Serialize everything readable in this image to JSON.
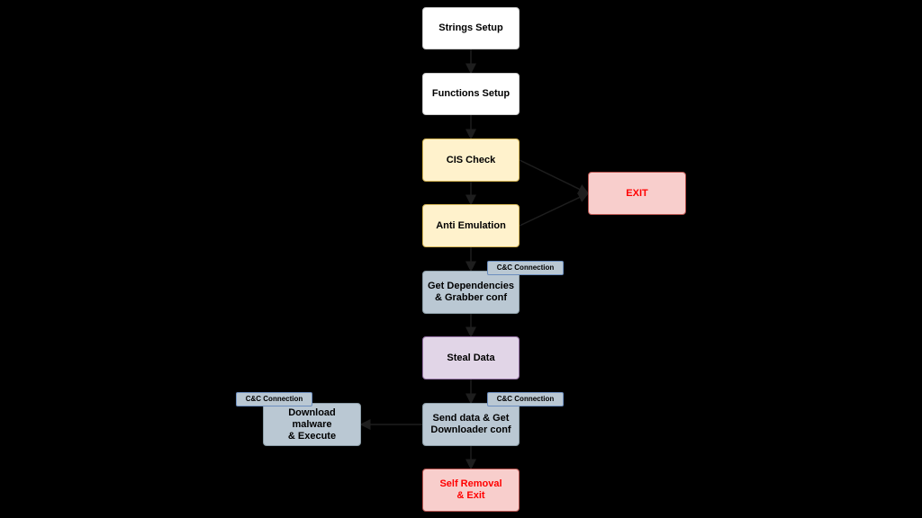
{
  "nodes": [
    {
      "id": "strings-setup",
      "label": "Strings Setup",
      "fill": "#ffffff",
      "border": "#cccccc",
      "text_color": "#000000"
    },
    {
      "id": "functions-setup",
      "label": "Functions Setup",
      "fill": "#ffffff",
      "border": "#cccccc",
      "text_color": "#000000"
    },
    {
      "id": "cis-check",
      "label": "CIS Check",
      "fill": "#fff2cc",
      "border": "#d6b656",
      "text_color": "#000000"
    },
    {
      "id": "anti-emulation",
      "label": "Anti Emulation",
      "fill": "#fff2cc",
      "border": "#d6b656",
      "text_color": "#000000"
    },
    {
      "id": "get-dependencies",
      "label": "Get Dependencies\n& Grabber conf",
      "fill": "#bac8d3",
      "border": "#8c9ea8",
      "text_color": "#000000"
    },
    {
      "id": "steal-data",
      "label": "Steal Data",
      "fill": "#e1d5e7",
      "border": "#9673a6",
      "text_color": "#000000"
    },
    {
      "id": "send-data",
      "label": "Send data & Get\nDownloader conf",
      "fill": "#bac8d3",
      "border": "#8c9ea8",
      "text_color": "#000000"
    },
    {
      "id": "self-removal",
      "label": "Self Removal\n& Exit",
      "fill": "#f8cecc",
      "border": "#b85450",
      "text_color": "#ff0000"
    },
    {
      "id": "download-malware",
      "label": "Download malware\n& Execute",
      "fill": "#bac8d3",
      "border": "#8c9ea8",
      "text_color": "#000000"
    },
    {
      "id": "exit",
      "label": "EXIT",
      "fill": "#f8cecc",
      "border": "#b85450",
      "text_color": "#ff0000"
    }
  ],
  "tags": [
    {
      "id": "cnc-tag-dependencies",
      "label": "C&C Connection",
      "fill": "#bac8d3"
    },
    {
      "id": "cnc-tag-send-data",
      "label": "C&C Connection",
      "fill": "#bac8d3"
    },
    {
      "id": "cnc-tag-download",
      "label": "C&C Connection",
      "fill": "#bac8d3"
    }
  ],
  "edges": [
    {
      "from": "strings-setup",
      "to": "functions-setup"
    },
    {
      "from": "functions-setup",
      "to": "cis-check"
    },
    {
      "from": "cis-check",
      "to": "anti-emulation"
    },
    {
      "from": "cis-check",
      "to": "exit"
    },
    {
      "from": "anti-emulation",
      "to": "get-dependencies"
    },
    {
      "from": "anti-emulation",
      "to": "exit"
    },
    {
      "from": "get-dependencies",
      "to": "steal-data"
    },
    {
      "from": "steal-data",
      "to": "send-data"
    },
    {
      "from": "send-data",
      "to": "self-removal"
    },
    {
      "from": "send-data",
      "to": "download-malware"
    }
  ],
  "colors": {
    "background": "#000000",
    "edge": "#1e1e1e"
  }
}
